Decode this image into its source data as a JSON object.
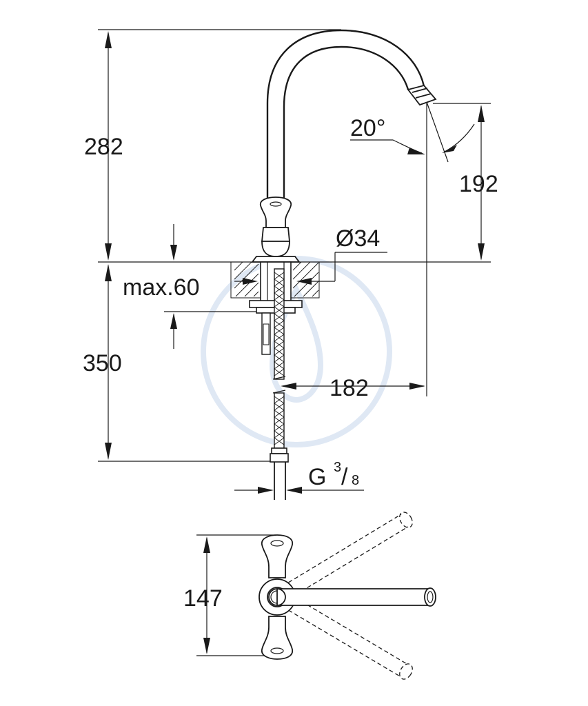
{
  "dimensions": {
    "spout_height": "282",
    "outlet_height": "192",
    "spout_angle": "20°",
    "base_diameter": "Ø34",
    "max_deck_thickness": "max.60",
    "hose_length": "350",
    "projection": "182",
    "connection_thread_main": "G",
    "connection_thread_num": "3",
    "connection_thread_slash": "/",
    "connection_thread_den": "8",
    "handle_span": "147"
  },
  "colors": {
    "line": "#1a1a1a",
    "background": "#ffffff",
    "watermark": "#dfe8f4"
  }
}
